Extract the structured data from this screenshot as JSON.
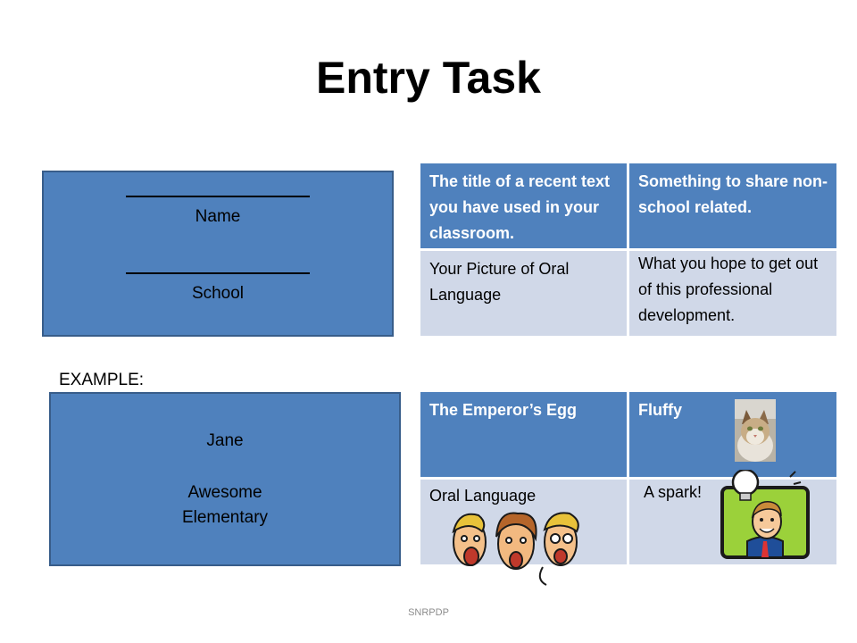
{
  "title": "Entry Task",
  "template_box": {
    "name_label": "Name",
    "school_label": "School"
  },
  "grid_top": {
    "header_left": "The title of a recent text you have used in your classroom.",
    "header_right": "Something to share non-school related.",
    "body_left": "Your Picture of Oral Language",
    "body_right": "What you hope to get out of this professional development."
  },
  "example_label": "EXAMPLE:",
  "example_box": {
    "name": "Jane",
    "school_line1": "Awesome",
    "school_line2": "Elementary"
  },
  "grid_bottom": {
    "header_left": "The Emperor’s Egg",
    "header_right": "Fluffy",
    "body_left": "Oral Language",
    "body_right": "A spark!"
  },
  "footer": "SNRPDP",
  "colors": {
    "blue": "#4f81bd",
    "light_blue": "#d0d8e8"
  }
}
